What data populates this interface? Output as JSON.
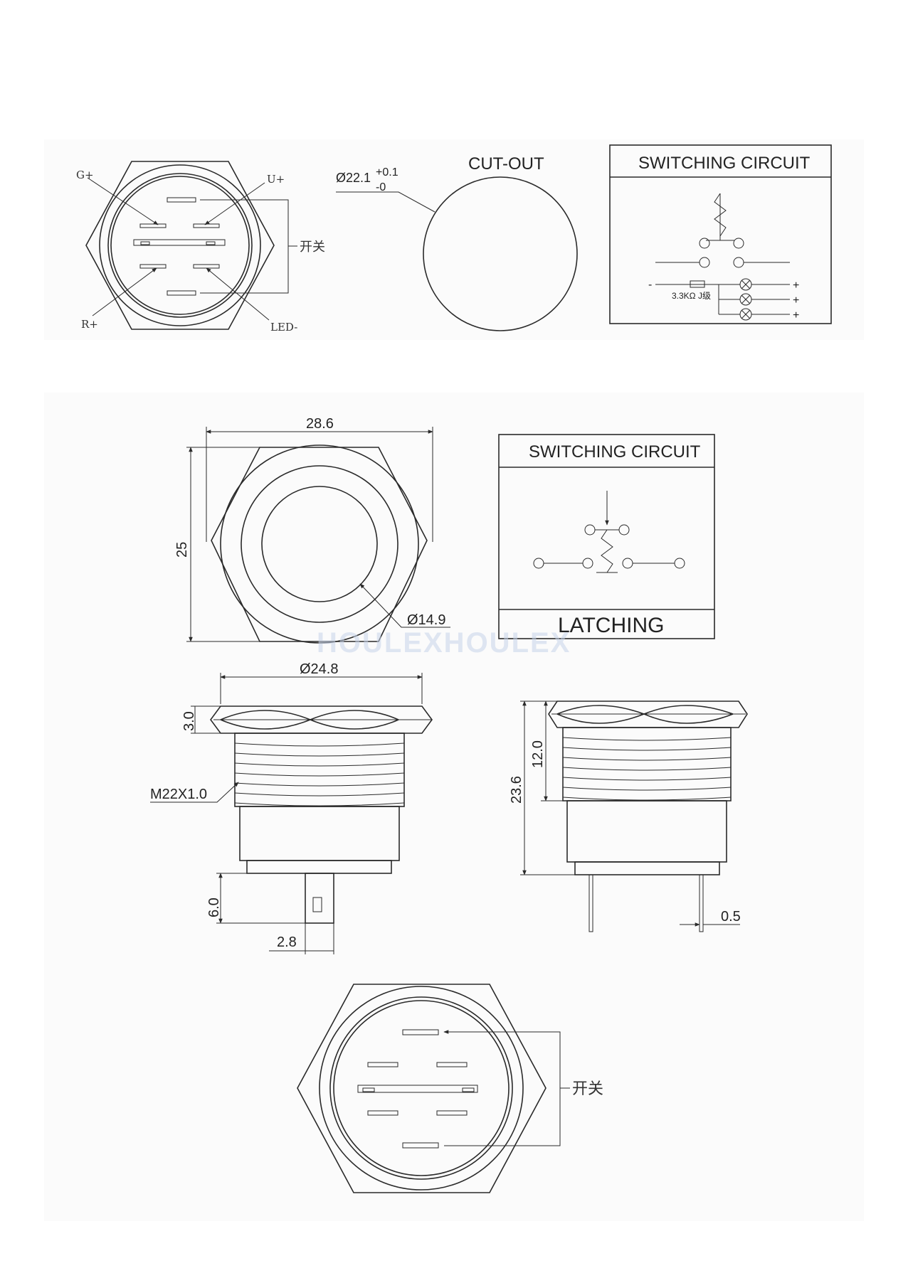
{
  "colors": {
    "line": "#2a2a2a",
    "watermark": "#c7d3ea",
    "background": "#ffffff"
  },
  "top_view": {
    "labels": {
      "g_plus": "G+",
      "u_plus": "U+",
      "r_plus": "R+",
      "led_minus": "LED-",
      "switch": "开关"
    }
  },
  "cutout": {
    "title": "CUT-OUT",
    "diameter": "Ø22.1",
    "tol_plus": "+0.1",
    "tol_minus": "-0"
  },
  "circuit_top": {
    "title": "SWITCHING CIRCUIT",
    "resistor_label": "3.3KΩ J级",
    "minus": "-",
    "plus": "+"
  },
  "front_view": {
    "width": "28.6",
    "height": "25",
    "ring_diameter": "Ø14.9"
  },
  "circuit_mid": {
    "title": "SWITCHING CIRCUIT",
    "mode": "LATCHING"
  },
  "side_view": {
    "nut_diameter": "Ø24.8",
    "nut_thickness": "3.0",
    "thread": "M22X1.0",
    "pin_length": "6.0",
    "pin_width": "2.8"
  },
  "side_view_right": {
    "thread_length": "12.0",
    "total_length": "23.6",
    "pin_thickness": "0.5"
  },
  "bottom_view": {
    "switch_label": "开关"
  },
  "watermark": "HOULEXHOULEX"
}
